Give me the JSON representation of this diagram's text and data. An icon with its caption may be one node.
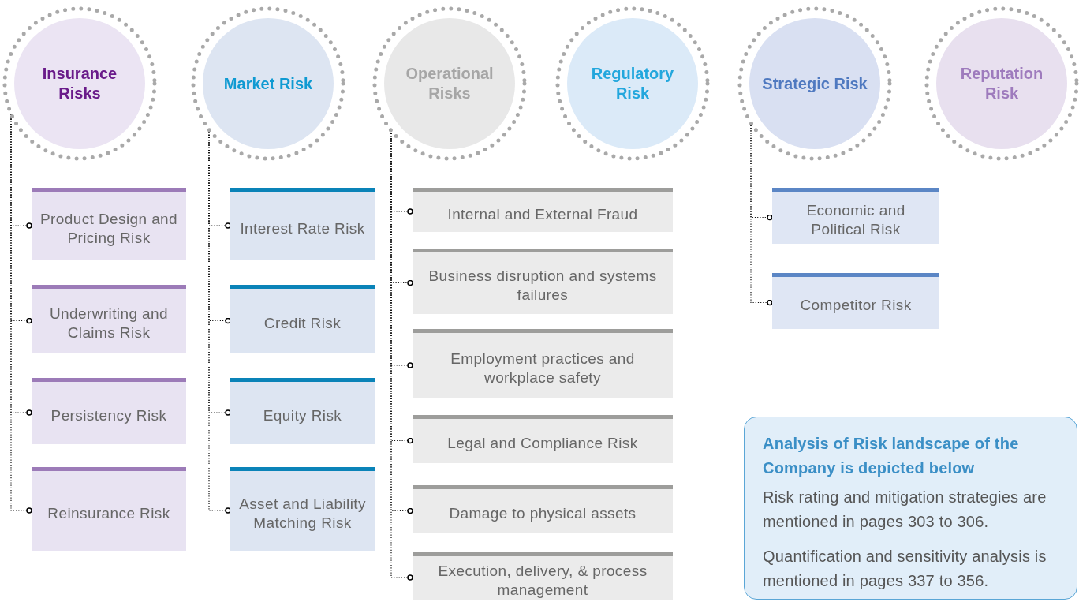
{
  "diagram": {
    "nodes": [
      {
        "text": [
          "Insurance Risks"
        ]
      },
      {
        "text": [
          "Market Risk"
        ]
      },
      {
        "text": [
          "Operational Risks"
        ]
      },
      {
        "text": [
          "Regulatory Risk"
        ]
      },
      {
        "text": [
          "Strategic Risk"
        ]
      },
      {
        "text": [
          "Reputation Risk"
        ]
      },
      {
        "text": [
          "Product Design and Pricing Risk"
        ]
      },
      {
        "text": [
          "Underwriting and Claims Risk"
        ]
      },
      {
        "text": [
          "Persistency Risk"
        ]
      },
      {
        "text": [
          "Reinsurance Risk"
        ]
      },
      {
        "text": [
          "Interest Rate Risk"
        ]
      },
      {
        "text": [
          "Credit Risk"
        ]
      },
      {
        "text": [
          "Equity Risk"
        ]
      },
      {
        "text": [
          "Asset and Liability Matching Risk"
        ]
      },
      {
        "text": [
          "Internal and External Fraud"
        ]
      },
      {
        "text": [
          "Business disruption and systems failures"
        ]
      },
      {
        "text": [
          "Employment practices and workplace safety"
        ]
      },
      {
        "text": [
          "Legal and Compliance Risk"
        ]
      },
      {
        "text": [
          "Damage to physical assets"
        ]
      },
      {
        "text": [
          "Execution, delivery, & process management"
        ]
      },
      {
        "text": [
          "Economic and Political Risk"
        ]
      },
      {
        "text": [
          "Competitor Risk"
        ]
      },
      {
        "text": [
          "Analysis of Risk landscape of the Company is depicted below",
          "Risk rating and mitigation strategies are mentioned in pages 303 to 306.",
          "Quantification and sensitivity analysis is mentioned in pages 337 to 356."
        ]
      }
    ],
    "edges": [
      {
        "from": 0,
        "to": 6,
        "arrow": "other",
        "style": "dashed"
      },
      {
        "from": 0,
        "to": 7,
        "arrow": "other",
        "style": "dashed"
      },
      {
        "from": 0,
        "to": 8,
        "arrow": "other",
        "style": "dashed"
      },
      {
        "from": 0,
        "to": 9,
        "arrow": "other",
        "style": "dashed"
      },
      {
        "from": 1,
        "to": 10,
        "arrow": "other",
        "style": "dashed"
      },
      {
        "from": 1,
        "to": 11,
        "arrow": "other",
        "style": "dashed"
      },
      {
        "from": 1,
        "to": 12,
        "arrow": "other",
        "style": "dashed"
      },
      {
        "from": 1,
        "to": 13,
        "arrow": "other",
        "style": "dashed"
      },
      {
        "from": 2,
        "to": 14,
        "arrow": "other",
        "style": "dashed"
      },
      {
        "from": 2,
        "to": 15,
        "arrow": "other",
        "style": "dashed"
      },
      {
        "from": 2,
        "to": 16,
        "arrow": "other",
        "style": "dashed"
      },
      {
        "from": 2,
        "to": 17,
        "arrow": "other",
        "style": "dashed"
      },
      {
        "from": 2,
        "to": 18,
        "arrow": "other",
        "style": "dashed"
      },
      {
        "from": 2,
        "to": 19,
        "arrow": "other",
        "style": "dashed"
      },
      {
        "from": 4,
        "to": 20,
        "arrow": "other",
        "style": "dashed"
      },
      {
        "from": 4,
        "to": 21,
        "arrow": "other",
        "style": "dashed"
      }
    ]
  }
}
